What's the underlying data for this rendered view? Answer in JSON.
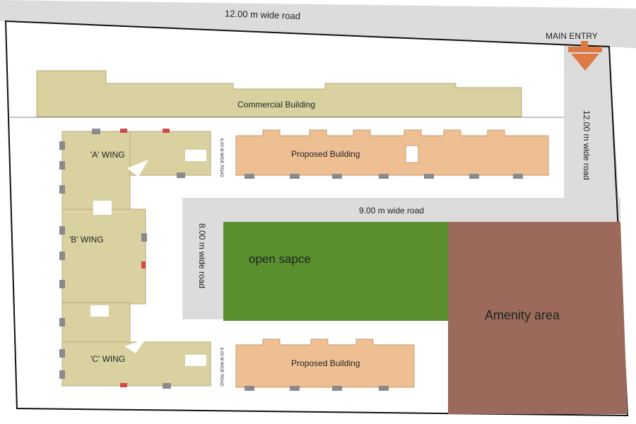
{
  "roads": {
    "top": "12.00 m wide road",
    "right": "12.00 m wide road",
    "middle": "9.00 m wide road",
    "left_vertical": "8.00 m wide road",
    "small_a": "6.00 M WIDE ROAD",
    "small_c": "6.00 M WIDE ROAD"
  },
  "main_entry": "MAIN ENTRY",
  "buildings": {
    "commercial": "Commercial Building",
    "proposed_top": "Proposed Building",
    "proposed_bottom": "Proposed Building",
    "wing_a": "'A' WING",
    "wing_b": "'B' WING",
    "wing_c": "'C' WING"
  },
  "areas": {
    "open_space": "open sapce",
    "amenity": "Amenity area"
  },
  "colors": {
    "road": "#dcdcdc",
    "open_space": "#5a8f2e",
    "amenity": "#9b6a5b",
    "commercial": "#d9d2a0",
    "proposed": "#efbf94",
    "entry_arrow": "#e07a45"
  }
}
